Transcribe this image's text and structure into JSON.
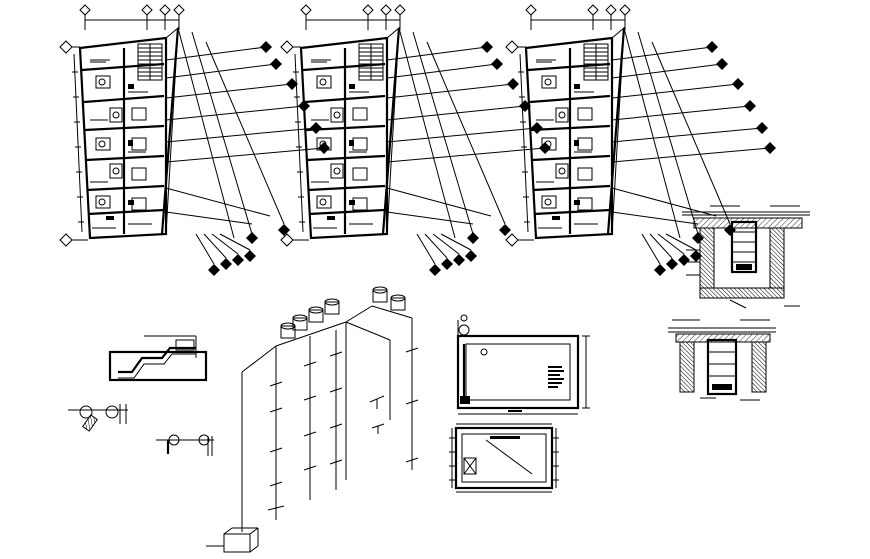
{
  "drawing": {
    "background": "#ffffff",
    "ink": "#000000",
    "views": [
      {
        "id": "floor-plan-1",
        "kind": "floor-plan"
      },
      {
        "id": "floor-plan-2",
        "kind": "floor-plan"
      },
      {
        "id": "floor-plan-3",
        "kind": "floor-plan"
      },
      {
        "id": "section-detail-top",
        "kind": "section"
      },
      {
        "id": "section-detail-bottom",
        "kind": "section"
      },
      {
        "id": "isometric-plumbing",
        "kind": "isometric"
      },
      {
        "id": "tank-elevation",
        "kind": "elevation"
      },
      {
        "id": "tank-plan",
        "kind": "plan"
      },
      {
        "id": "pipe-details",
        "kind": "detail"
      }
    ]
  }
}
